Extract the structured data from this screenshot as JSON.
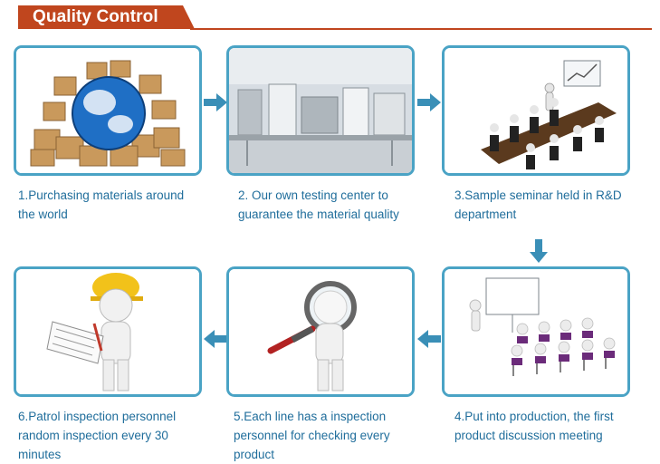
{
  "header": {
    "title": "Quality Control"
  },
  "steps": [
    {
      "caption": "1.Purchasing materials around the world",
      "image": "globe-with-boxes"
    },
    {
      "caption": "2.  Our own testing center to guarantee the material quality",
      "image": "testing-lab"
    },
    {
      "caption": "3.Sample seminar held in R&D department",
      "image": "seminar-meeting"
    },
    {
      "caption": "4.Put into production, the first product discussion meeting",
      "image": "presentation-audience"
    },
    {
      "caption": "5.Each line has a inspection personnel for checking every product",
      "image": "magnifier-inspector"
    },
    {
      "caption": "6.Patrol inspection personnel random inspection every 30 minutes",
      "image": "hardhat-inspector"
    }
  ],
  "colors": {
    "accent": "#c0461e",
    "frame": "#4aa3c5",
    "arrow": "#3a8fb7",
    "caption": "#1f6d9b"
  }
}
